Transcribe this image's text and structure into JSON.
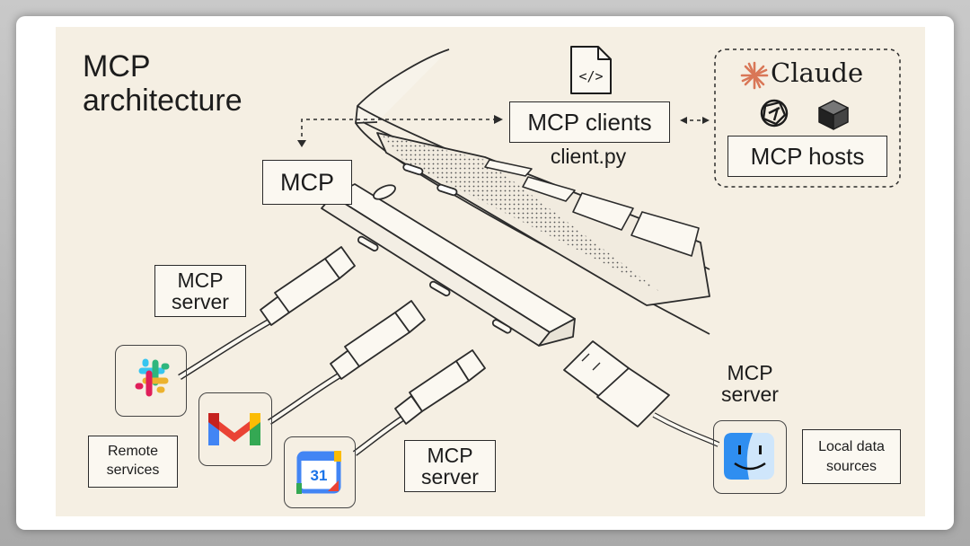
{
  "title_line1": "MCP",
  "title_line2": "architecture",
  "labels": {
    "mcp": "MCP",
    "mcp_clients": "MCP clients",
    "client_file": "client.py",
    "claude": "Claude",
    "mcp_hosts": "MCP hosts",
    "server_line1": "MCP",
    "server_line2": "server",
    "remote_line1": "Remote",
    "remote_line2": "services",
    "local_line1": "Local data",
    "local_line2": "sources",
    "calendar_day": "31",
    "file_glyph": "</>"
  },
  "icons": [
    "file-code-icon",
    "claude-sunburst-icon",
    "openai-knot-icon",
    "cube-icon",
    "slack-icon",
    "gmail-icon",
    "google-calendar-icon",
    "finder-icon"
  ],
  "colors": {
    "panel": "#f5efe3",
    "claude_orange": "#d97757",
    "slack": [
      "#e01e5a",
      "#36c5f0",
      "#2eb67d",
      "#ecb22e"
    ],
    "gmail": [
      "#4285f4",
      "#34a853",
      "#fbbc05",
      "#ea4335"
    ],
    "finder_blue": "#2f8ef0"
  }
}
